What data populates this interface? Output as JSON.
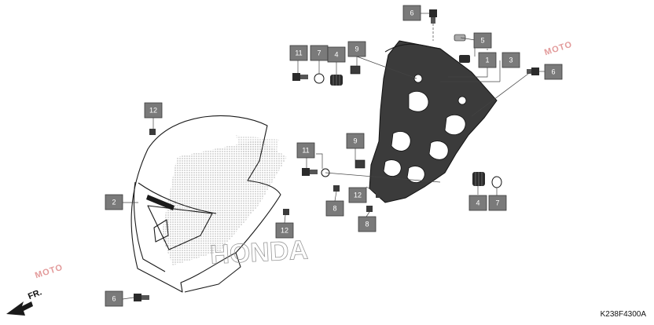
{
  "diagram": {
    "code": "K238F4300A",
    "front_label": "FR.",
    "watermark_text": "MOTO"
  },
  "callouts": [
    "1",
    "2",
    "3",
    "4",
    "4",
    "5",
    "6",
    "6",
    "6",
    "7",
    "7",
    "8",
    "8",
    "9",
    "9",
    "11",
    "11",
    "12",
    "12",
    "12"
  ],
  "colors": {
    "callout_fill": "#7a7a7a",
    "callout_text": "#ffffff",
    "bracket_fill": "#3b3b3b",
    "watermark": "#c02020"
  }
}
